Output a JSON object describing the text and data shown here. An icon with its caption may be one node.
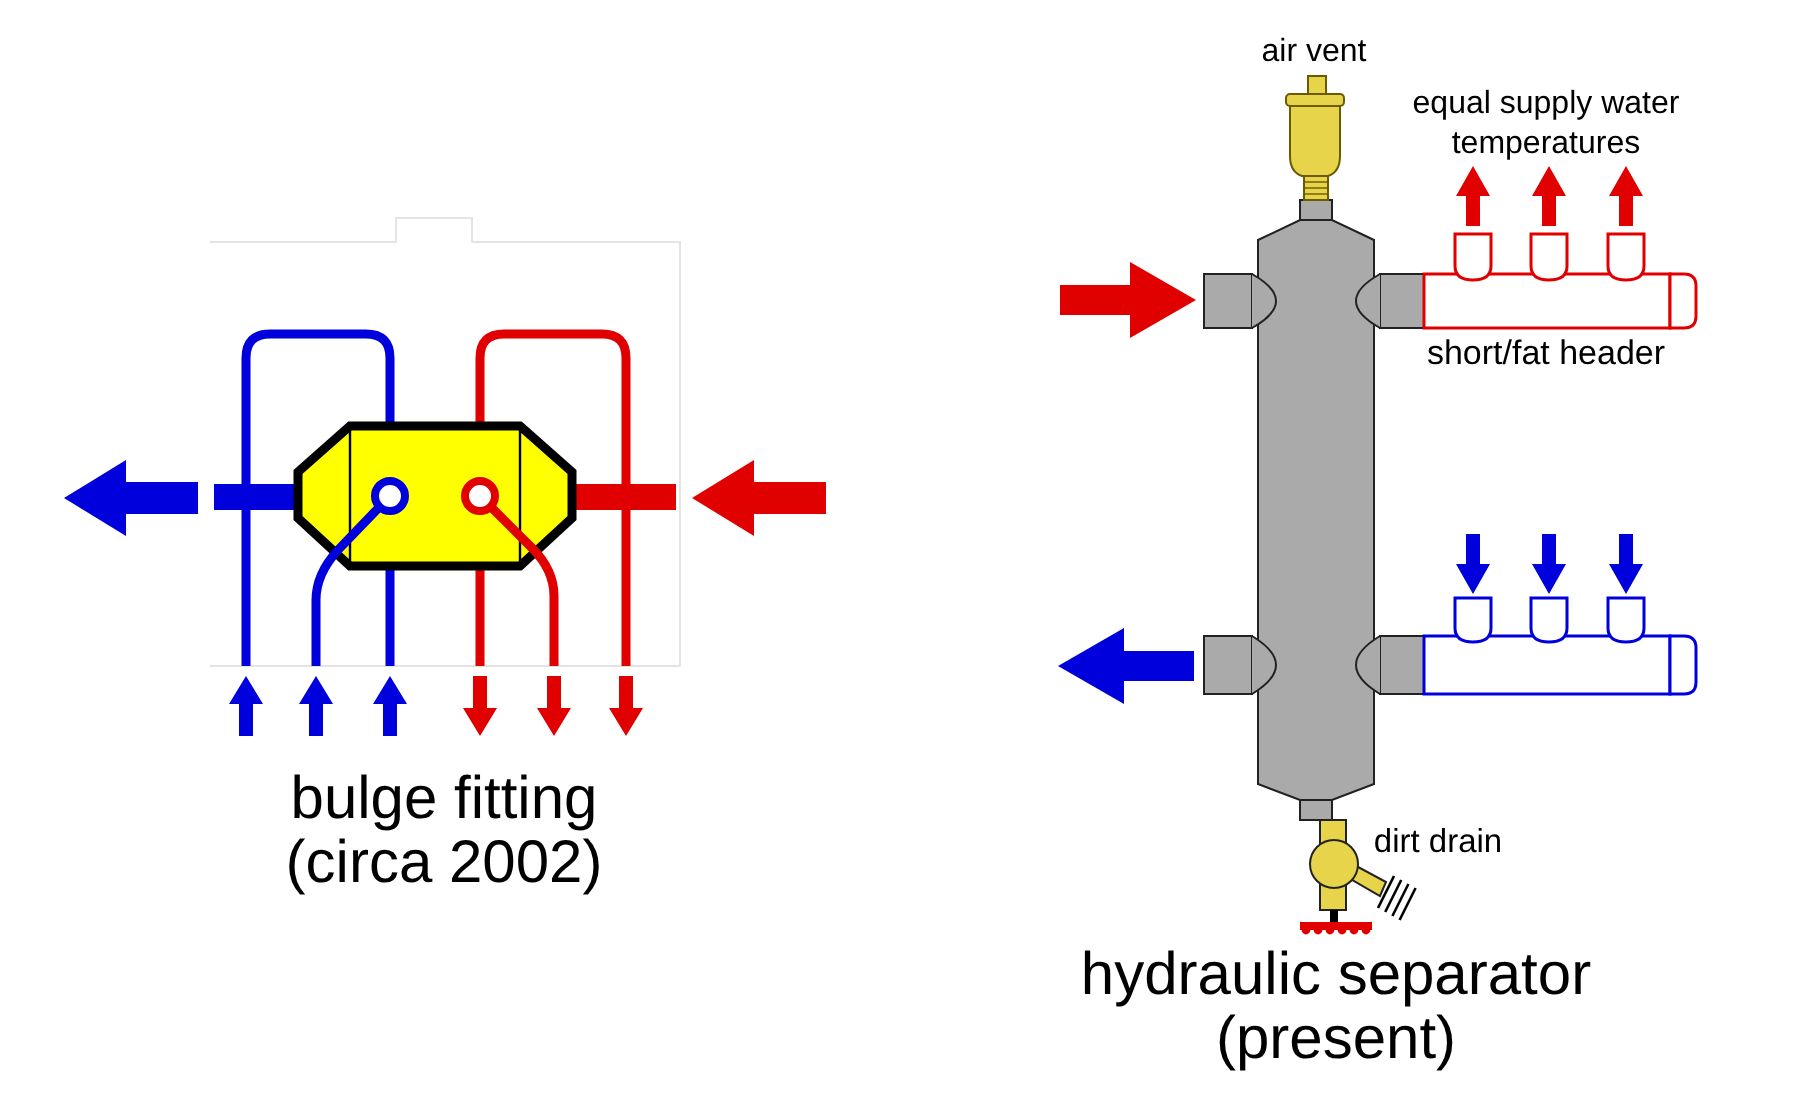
{
  "diagram": {
    "labels": [
      "air vent",
      "equal supply water temperatures",
      "short/fat header",
      "bulge fitting (circa 2002)",
      "dirt drain",
      "hydraulic separator (present)"
    ]
  }
}
